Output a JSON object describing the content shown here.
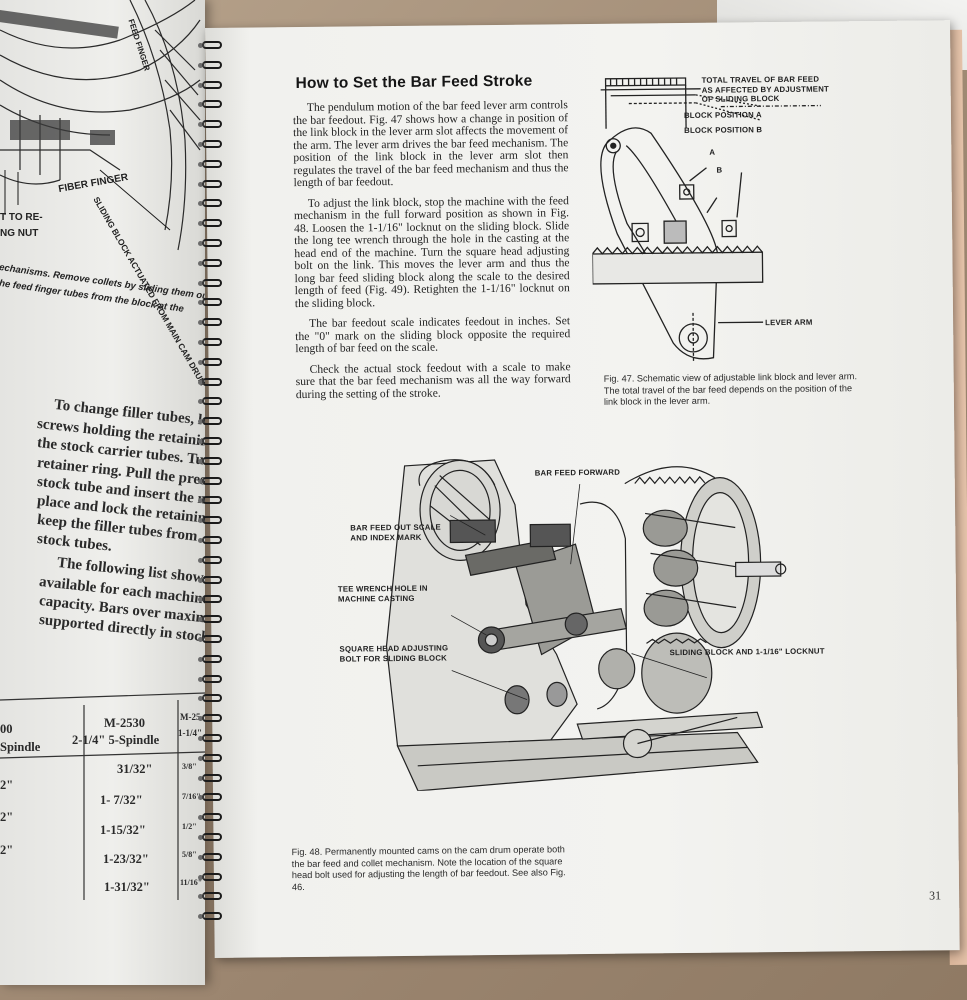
{
  "left_page": {
    "labels": {
      "fiber_finger": "FIBER FINGER",
      "sliding_block": "SLIDING BLOCK ACTUATED FROM MAIN CAM DRUM",
      "feed_finger": "FEED FINGER",
      "t_to_re": "T TO RE-",
      "ng_nut": "NG NUT"
    },
    "caption_lines": [
      "echanisms. Remove collets by sliding them out",
      "he feed finger tubes from the block at the"
    ],
    "paragraph1": [
      "To change filler tubes, loosen",
      "screws holding the retaining rings",
      "the stock carrier tubes. Turn",
      "retainer ring. Pull the present",
      "stock tube and insert the new",
      "place and lock the retaining",
      "keep the filler tubes from",
      "stock tubes."
    ],
    "paragraph2": [
      "The following list shows",
      "available for each machine",
      "capacity. Bars over maximum",
      "supported directly in stock"
    ],
    "table": {
      "col1_header": [
        "00",
        "Spindle"
      ],
      "col2_header": [
        "M-2530",
        "2-1/4\" 5-Spindle"
      ],
      "col3_header": [
        "M-25",
        "1-1/4\""
      ],
      "col1_values": [
        "2\"",
        "2\"",
        "2\""
      ],
      "col2_values": [
        "31/32\"",
        "1- 7/32\"",
        "1-15/32\"",
        "1-23/32\"",
        "1-31/32\""
      ],
      "col3_values": [
        "3/8\"",
        "7/16\"",
        "1/2\"",
        "5/8\"",
        "11/16\""
      ]
    }
  },
  "right_page": {
    "heading": "How to Set the Bar Feed Stroke",
    "paragraphs": [
      "The pendulum motion of the bar feed lever arm controls the bar feedout. Fig. 47 shows how a change in position of the link block in the lever arm slot affects the movement of the arm. The lever arm drives the bar feed mechanism. The position of the link block in the lever arm slot then regulates the travel of the bar feed mechanism and thus the length of bar feedout.",
      "To adjust the link block, stop the machine with the feed mechanism in the full forward position as shown in Fig. 48. Loosen the 1-1/16\" locknut on the sliding block. Slide the long tee wrench through the hole in the casting at the head end of the machine. Turn the square head adjusting bolt on the link. This moves the lever arm and thus the long bar feed sliding block along the scale to the desired length of feed (Fig. 49). Retighten the 1-1/16\" locknut on the sliding block.",
      "The bar feedout scale indicates feedout in inches. Set the \"0\" mark on the sliding block opposite the required length of bar feed on the scale.",
      "Check the actual stock feedout with a scale to make sure that the bar feed mechanism was all the way forward during the setting of the stroke."
    ],
    "fig47": {
      "label_total_travel": [
        "TOTAL TRAVEL OF BAR FEED",
        "AS AFFECTED BY ADJUSTMENT",
        "OF SLIDING BLOCK"
      ],
      "label_block_a": "BLOCK POSITION A",
      "label_block_b": "BLOCK POSITION B",
      "label_a": "A",
      "label_b": "B",
      "label_lever_arm": "LEVER ARM",
      "caption": "Fig. 47. Schematic view of adjustable link block and lever arm. The total travel of the bar feed depends on the position of the link block in the lever arm."
    },
    "fig48": {
      "label_bar_feed_forward": "BAR FEED FORWARD",
      "label_scale": [
        "BAR FEED OUT SCALE",
        "AND INDEX MARK"
      ],
      "label_tee_wrench": [
        "TEE WRENCH HOLE IN",
        "MACHINE CASTING"
      ],
      "label_square_head": [
        "SQUARE HEAD ADJUSTING",
        "BOLT FOR SLIDING BLOCK"
      ],
      "label_sliding_block": "SLIDING BLOCK AND 1-1/16\" LOCKNUT",
      "caption": "Fig. 48. Permanently mounted cams on the cam drum operate both the bar feed and collet mechanism. Note the location of the square head bolt used for adjusting the length of bar feedout. See also Fig. 46."
    },
    "page_number": "31"
  }
}
